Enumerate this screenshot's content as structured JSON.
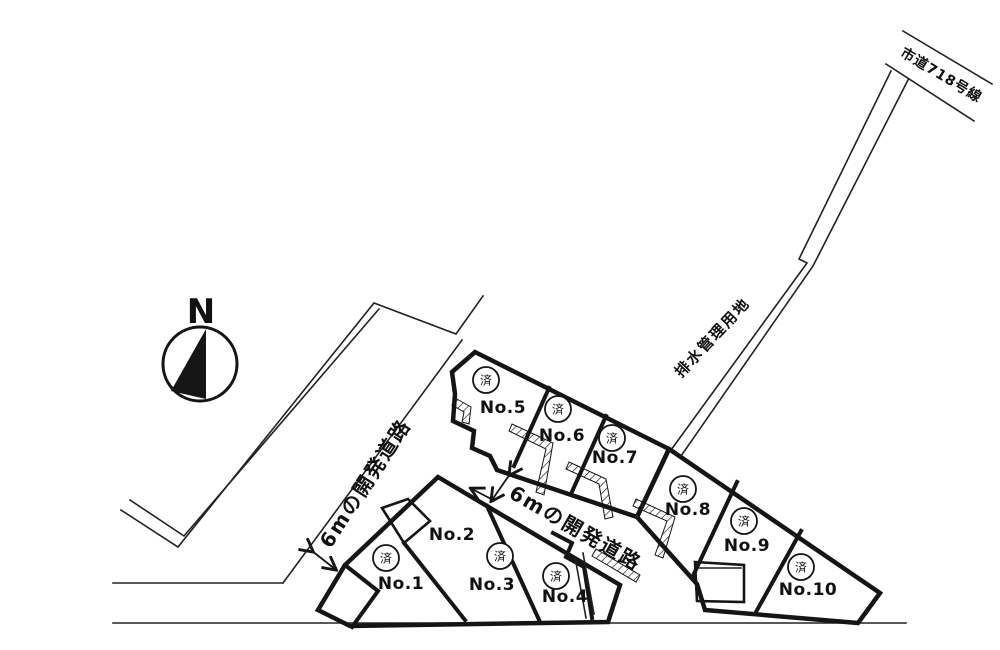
{
  "canvas": {
    "background": "#ffffff",
    "ink_color": "#151515"
  },
  "compass": {
    "label": "N"
  },
  "roads": {
    "city_road": {
      "label": "市道718号線"
    },
    "drainage_strip": {
      "label": "排水管理用地"
    },
    "dev_road_left": {
      "label": "6mの開発道路"
    },
    "dev_road_mid": {
      "label": "6mの開発道路"
    }
  },
  "badge": {
    "label": "済"
  },
  "lots": [
    {
      "number": "No.1",
      "sold": true
    },
    {
      "number": "No.2",
      "sold": false
    },
    {
      "number": "No.3",
      "sold": true
    },
    {
      "number": "No.4",
      "sold": true
    },
    {
      "number": "No.5",
      "sold": true
    },
    {
      "number": "No.6",
      "sold": true
    },
    {
      "number": "No.7",
      "sold": true
    },
    {
      "number": "No.8",
      "sold": true
    },
    {
      "number": "No.9",
      "sold": true
    },
    {
      "number": "No.10",
      "sold": true
    }
  ]
}
